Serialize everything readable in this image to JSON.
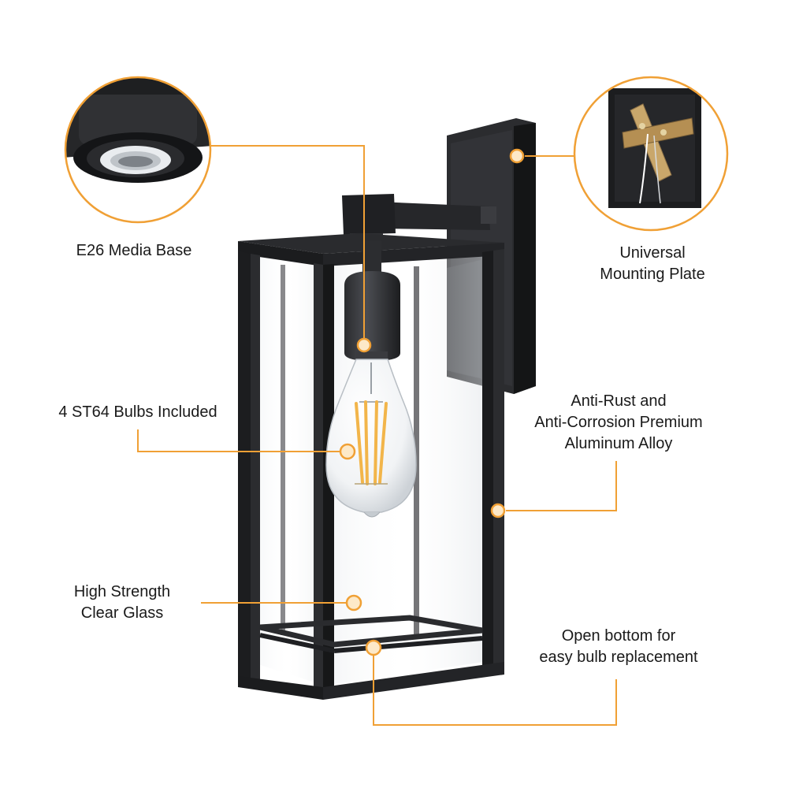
{
  "theme": {
    "accent": "#f0a035",
    "dot_fill": "#fde9c8",
    "lamp_black": "#1e1f21",
    "text": "#1a1a1a"
  },
  "callouts": {
    "e26": {
      "lines": [
        "E26 Media Base"
      ]
    },
    "plate": {
      "lines": [
        "Universal",
        "Mounting Plate"
      ]
    },
    "bulbs": {
      "lines": [
        "4 ST64 Bulbs Included"
      ]
    },
    "alloy": {
      "lines": [
        "Anti-Rust and",
        "Anti-Corrosion Premium",
        "Aluminum Alloy"
      ]
    },
    "glass": {
      "lines": [
        "High Strength",
        "Clear Glass"
      ]
    },
    "bottom": {
      "lines": [
        "Open bottom for",
        "easy bulb replacement"
      ]
    }
  }
}
